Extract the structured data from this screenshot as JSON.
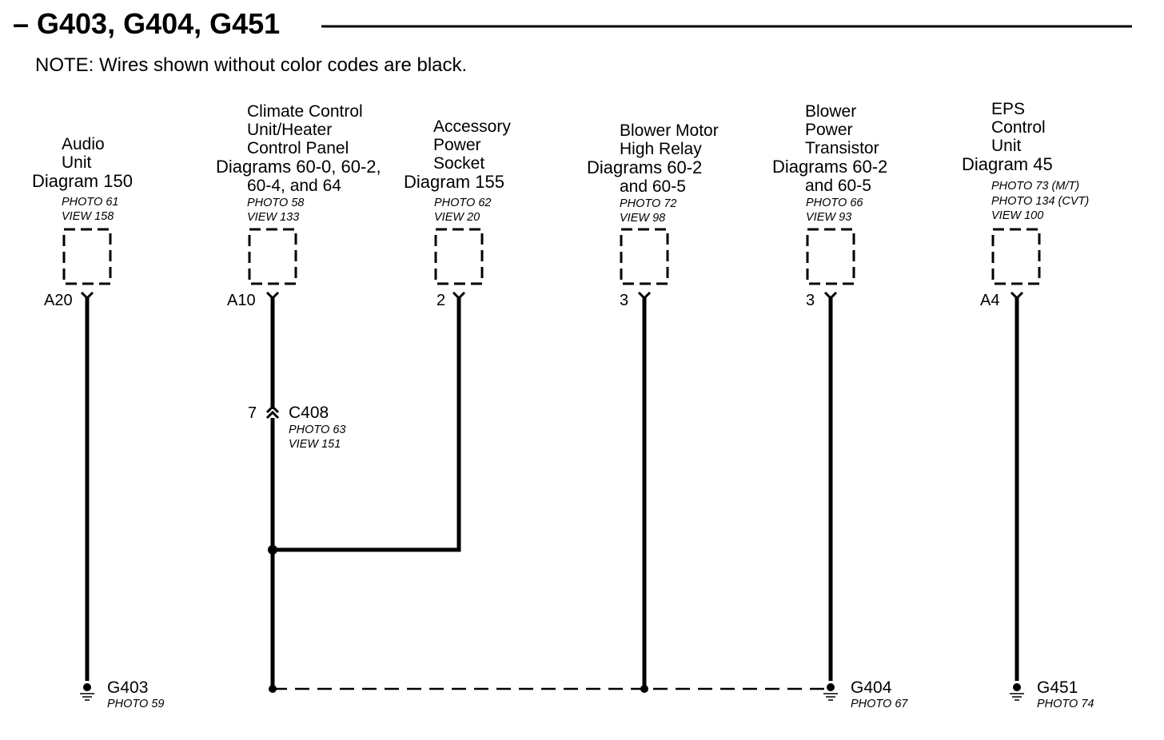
{
  "header": {
    "dash": "–",
    "title": "G403, G404, G451",
    "note": "NOTE: Wires shown without color codes are black."
  },
  "components": [
    {
      "name_lines": [
        "Audio",
        "Unit"
      ],
      "diagram_lines": [
        "Diagram 150"
      ],
      "photo_lines": [
        "PHOTO 61",
        "VIEW 158"
      ],
      "pin": "A20"
    },
    {
      "name_lines": [
        "Climate Control",
        "Unit/Heater",
        "Control Panel"
      ],
      "diagram_lines": [
        "Diagrams 60-0, 60-2,",
        "60-4, and 64"
      ],
      "photo_lines": [
        "PHOTO 58",
        "VIEW 133"
      ],
      "pin": "A10"
    },
    {
      "name_lines": [
        "Accessory",
        "Power",
        "Socket"
      ],
      "diagram_lines": [
        "Diagram 155"
      ],
      "photo_lines": [
        "PHOTO 62",
        "VIEW 20"
      ],
      "pin": "2"
    },
    {
      "name_lines": [
        "Blower Motor",
        "High Relay"
      ],
      "diagram_lines": [
        "Diagrams 60-2",
        "and 60-5"
      ],
      "photo_lines": [
        "PHOTO 72",
        "VIEW 98"
      ],
      "pin": "3"
    },
    {
      "name_lines": [
        "Blower",
        "Power",
        "Transistor"
      ],
      "diagram_lines": [
        "Diagrams 60-2",
        "and 60-5"
      ],
      "photo_lines": [
        "PHOTO 66",
        "VIEW 93"
      ],
      "pin": "3"
    },
    {
      "name_lines": [
        "EPS",
        "Control",
        "Unit"
      ],
      "diagram_lines": [
        "Diagram 45"
      ],
      "photo_lines": [
        "PHOTO 73 (M/T)",
        "PHOTO 134 (CVT)",
        "VIEW 100"
      ],
      "pin": "A4"
    }
  ],
  "connector": {
    "pin": "7",
    "name": "C408",
    "photo": "PHOTO 63",
    "view": "VIEW 151"
  },
  "grounds": [
    {
      "name": "G403",
      "photo": "PHOTO 59"
    },
    {
      "name": "G404",
      "photo": "PHOTO 67"
    },
    {
      "name": "G451",
      "photo": "PHOTO 74"
    }
  ]
}
